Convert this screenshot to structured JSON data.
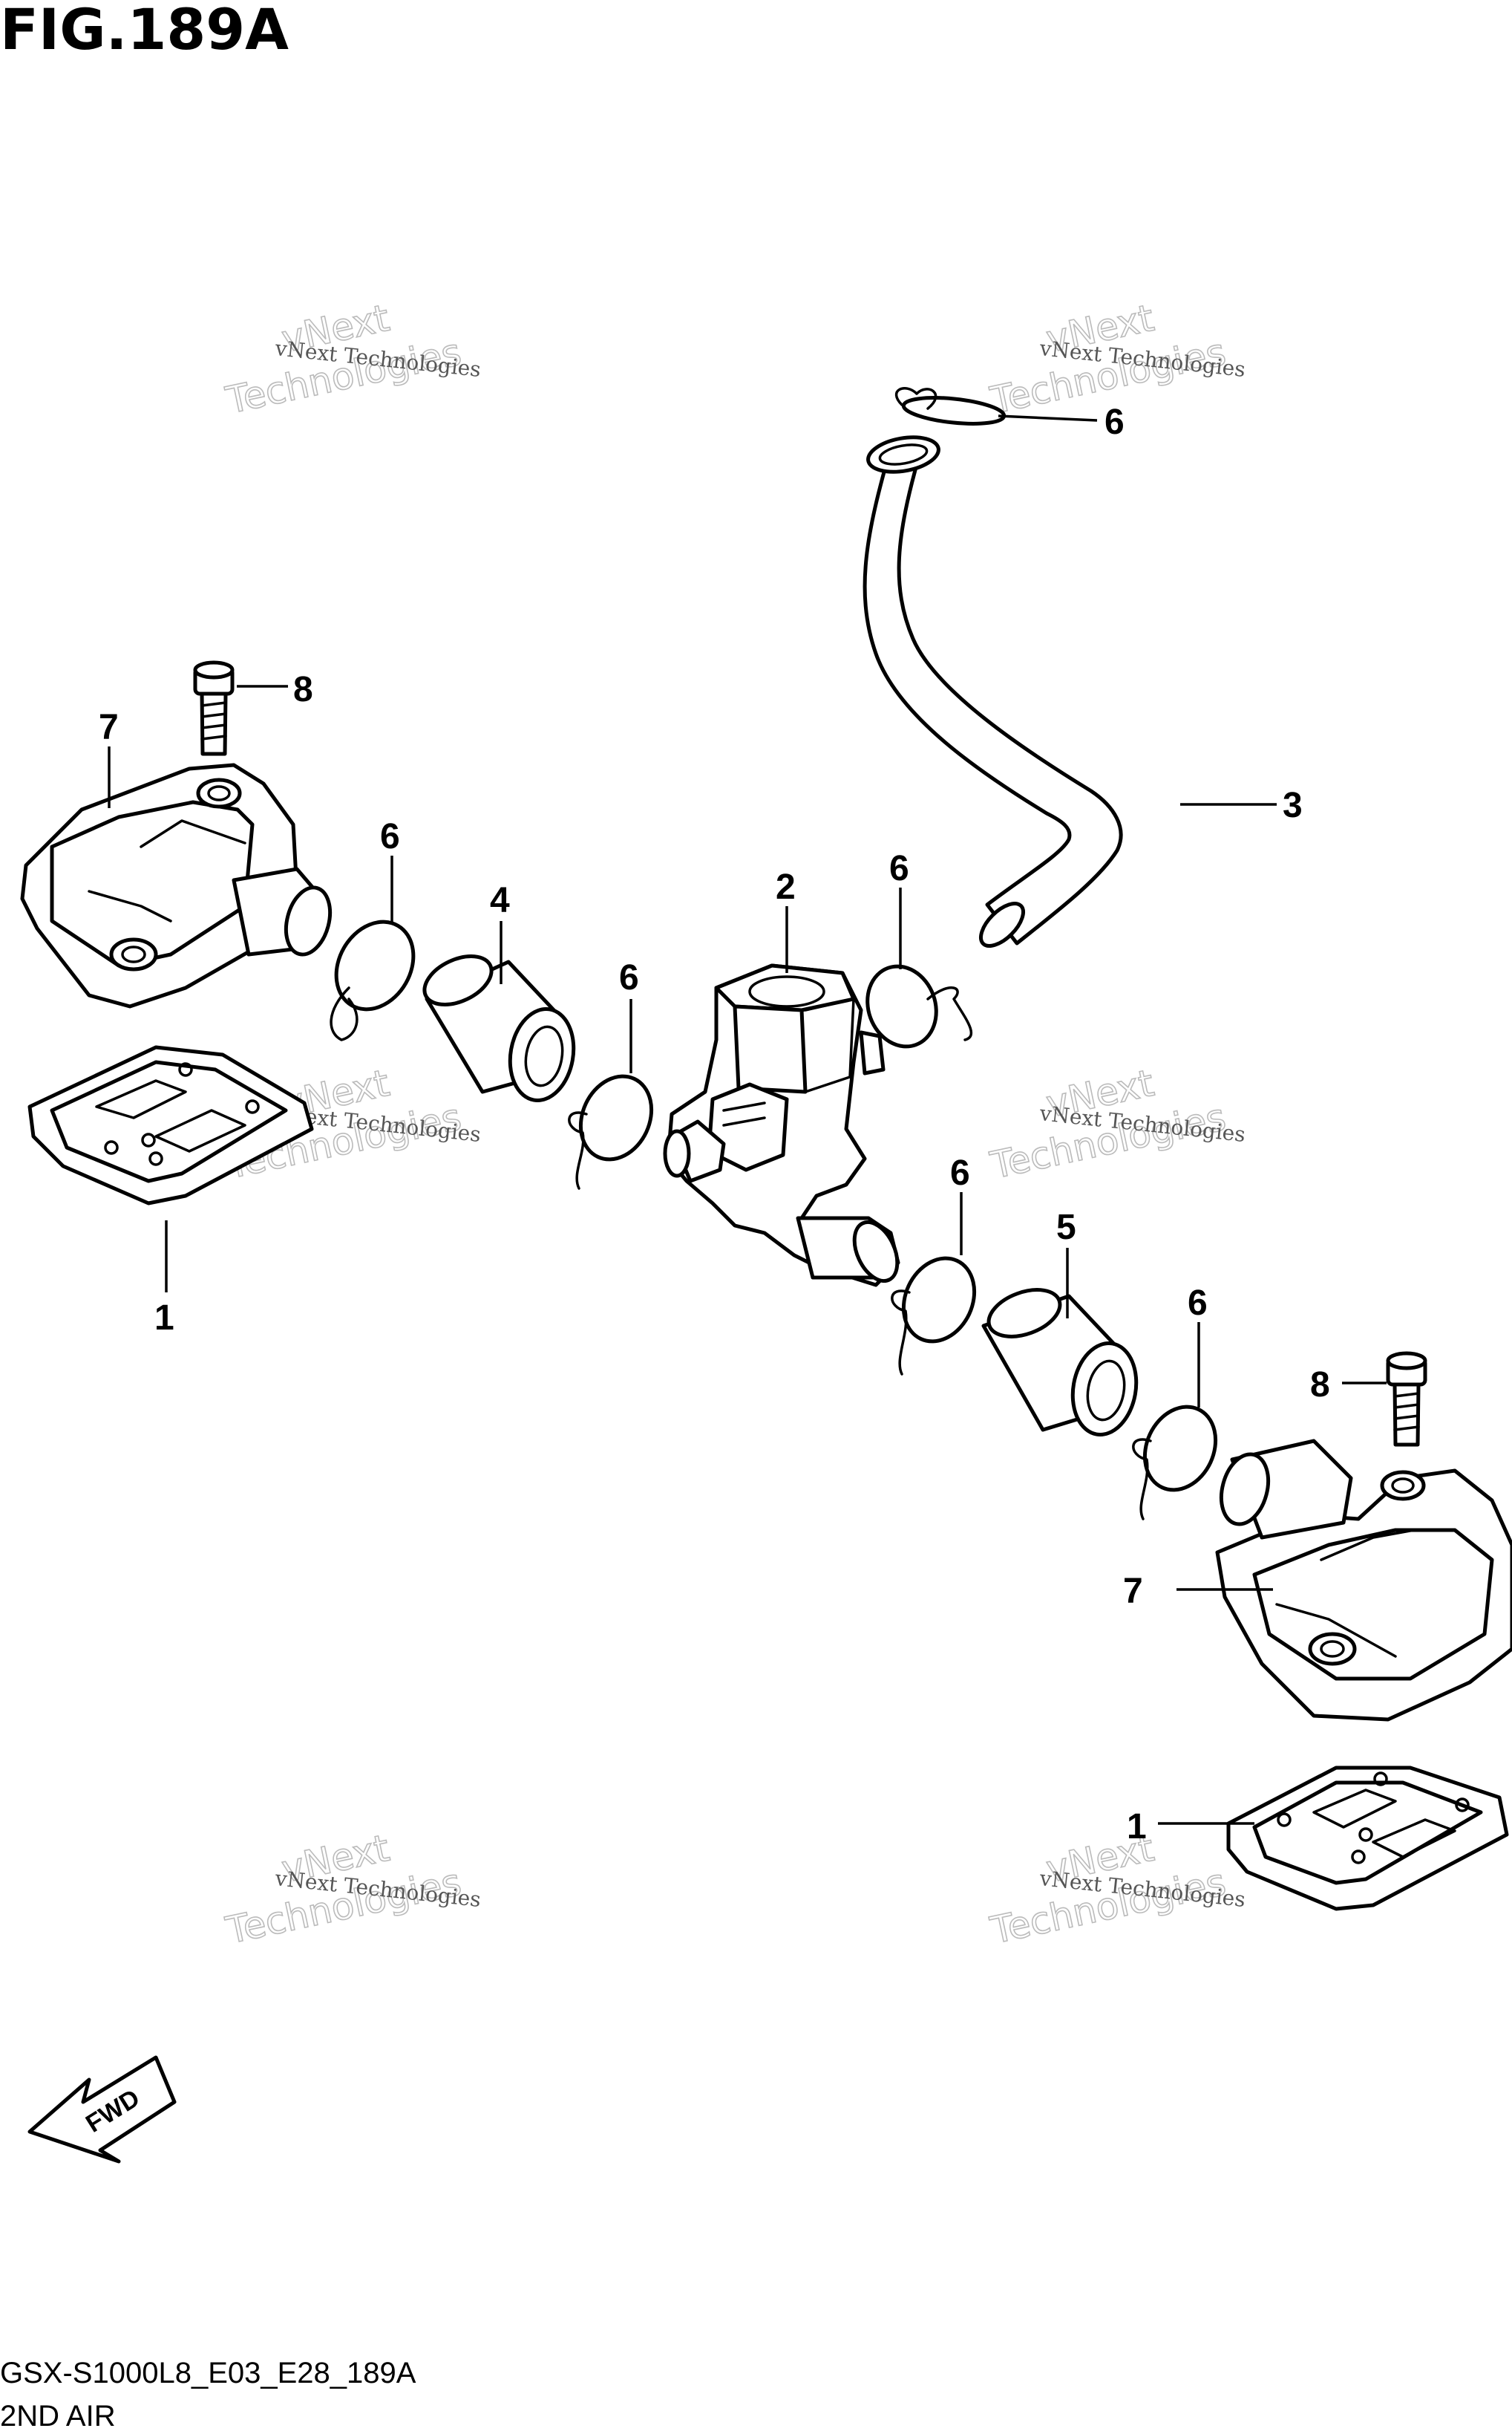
{
  "figure_title": "FIG.189A",
  "footer": {
    "code": "GSX-S1000L8_E03_E28_189A",
    "section": "2ND AIR"
  },
  "fwd_label": "FWD",
  "watermark": {
    "small": "vNext Technologies",
    "big_line1": "vNext",
    "big_line2": "Technologies"
  },
  "callouts": {
    "c1a": "1",
    "c1b": "1",
    "c2": "2",
    "c3": "3",
    "c4": "4",
    "c5": "5",
    "c6a": "6",
    "c6b": "6",
    "c6c": "6",
    "c6d": "6",
    "c6e": "6",
    "c6f": "6",
    "c7a": "7",
    "c7b": "7",
    "c8a": "8",
    "c8b": "8"
  }
}
